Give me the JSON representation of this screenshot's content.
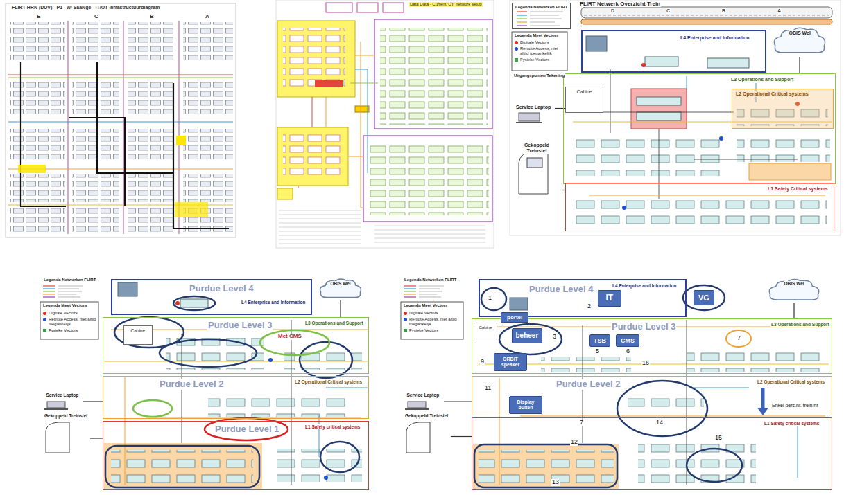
{
  "diagram": {
    "nodes": [
      {
        "text": [
          "FLIRT HRN (DUV) - P1 - w/ SaaNge - IT/OT Infrastructuurdiagram"
        ]
      },
      {
        "text": [
          "Data Data - Current 'OT' network setup"
        ]
      },
      {
        "text": [
          "FLIRT Netwerk Overzicht Trein"
        ]
      },
      {
        "text": [
          "Legenda Netwerken FLIRT"
        ],
        "in": 2
      },
      {
        "text": [
          "L4 Enterprise and Information"
        ],
        "in": 2
      },
      {
        "text": [
          "OBIS Wel"
        ],
        "in": 2
      },
      {
        "text": [
          "L3 Operations and Support"
        ],
        "in": 2
      },
      {
        "text": [
          "L2 Operational Critical systems"
        ],
        "in": 2
      },
      {
        "text": [
          "L1 Safety Critical systems"
        ],
        "in": 2
      },
      {
        "text": [
          "Service Laptop"
        ],
        "in": 2
      },
      {
        "text": [
          "Gekoppeld Treinstel"
        ],
        "in": 2
      },
      {
        "text": [
          "Cabine"
        ],
        "in": 2
      },
      {
        "text": [
          "Purdue Level 4",
          "L4 Enterprise and Information"
        ]
      },
      {
        "text": [
          "OBIS Wel"
        ]
      },
      {
        "text": [
          "Purdue Level 3",
          "L3 Operations and Support"
        ]
      },
      {
        "text": [
          "Purdue Level 2",
          "L2 Operational Critical systems"
        ]
      },
      {
        "text": [
          "Purdue Level 1",
          "L1 Safety critical systems"
        ]
      },
      {
        "text": [
          "Cabine"
        ]
      },
      {
        "text": [
          "Service Laptop"
        ]
      },
      {
        "text": [
          "Gekoppeld Treinstel"
        ]
      },
      {
        "text": [
          "Purdue Level 4",
          "L4 Enterprise and Information"
        ]
      },
      {
        "text": [
          "OBIS Wel"
        ]
      },
      {
        "text": [
          "Purdue Level 3",
          "L3 Operations and Support"
        ]
      },
      {
        "text": [
          "Purdue Level 2",
          "L2 Operational Critical systems"
        ]
      },
      {
        "text": [
          "L1 Safety critical systems"
        ]
      },
      {
        "text": [
          "Cabine"
        ]
      },
      {
        "text": [
          "Service Laptop"
        ]
      },
      {
        "text": [
          "Gekoppeld Treinstel"
        ]
      },
      {
        "text": [
          "VG"
        ]
      },
      {
        "text": [
          "IT"
        ]
      },
      {
        "text": [
          "portel"
        ]
      },
      {
        "text": [
          "beheer"
        ]
      },
      {
        "text": [
          "TSB"
        ]
      },
      {
        "text": [
          "CMS"
        ]
      },
      {
        "text": [
          "ORBIT speaker"
        ]
      },
      {
        "text": [
          "Display buiten"
        ]
      }
    ],
    "edges": [
      {
        "from": 5,
        "to": 6,
        "arrow": "none"
      },
      {
        "from": 9,
        "to": 11,
        "arrow": "none"
      },
      {
        "from": 10,
        "to": 8,
        "arrow": "none"
      },
      {
        "from": 13,
        "to": 14,
        "arrow": "none"
      },
      {
        "from": 18,
        "to": 15,
        "arrow": "none"
      },
      {
        "from": 19,
        "to": 16,
        "arrow": "none"
      },
      {
        "from": 21,
        "to": 22,
        "arrow": "none"
      },
      {
        "from": 26,
        "to": 23,
        "arrow": "none"
      },
      {
        "from": 27,
        "to": 24,
        "arrow": "none"
      }
    ],
    "labels": [
      "E",
      "C",
      "B",
      "A",
      "D",
      "C",
      "B",
      "A",
      "Legenda Meet Vectors",
      "Uitgangspunten Tekening",
      "Legenda Netwerken FLIRT",
      "Legenda Meet Vectors",
      "Met CMS",
      "Legenda Netwerken FLIRT",
      "Legenda Meet Vectors",
      "1",
      "2",
      "3",
      "5",
      "6",
      "7",
      "9",
      "11",
      "16",
      "7",
      "12",
      "14",
      "15",
      "13",
      "Enkel pers.nr. trein nr"
    ],
    "legend": [
      {
        "text": "Digitale Vectors",
        "color": "#e0301e"
      },
      {
        "text": "Remote Access, niet altijd toegankelijk",
        "color": "#1f4fd0"
      },
      {
        "text": "Fysieke Vectors",
        "color": "#3aa04a"
      },
      {
        "text": "Digitale Vectors",
        "color": "#e0301e"
      },
      {
        "text": "Remote Access, niet altijd toegankelijk",
        "color": "#1f4fd0"
      },
      {
        "text": "Fysieke Vectors",
        "color": "#3aa04a"
      },
      {
        "text": "Digitale Vectors",
        "color": "#e0301e"
      },
      {
        "text": "Remote Access, niet altijd toegankelijk",
        "color": "#1f4fd0"
      },
      {
        "text": "Fysieke Vectors",
        "color": "#3aa04a"
      }
    ]
  }
}
